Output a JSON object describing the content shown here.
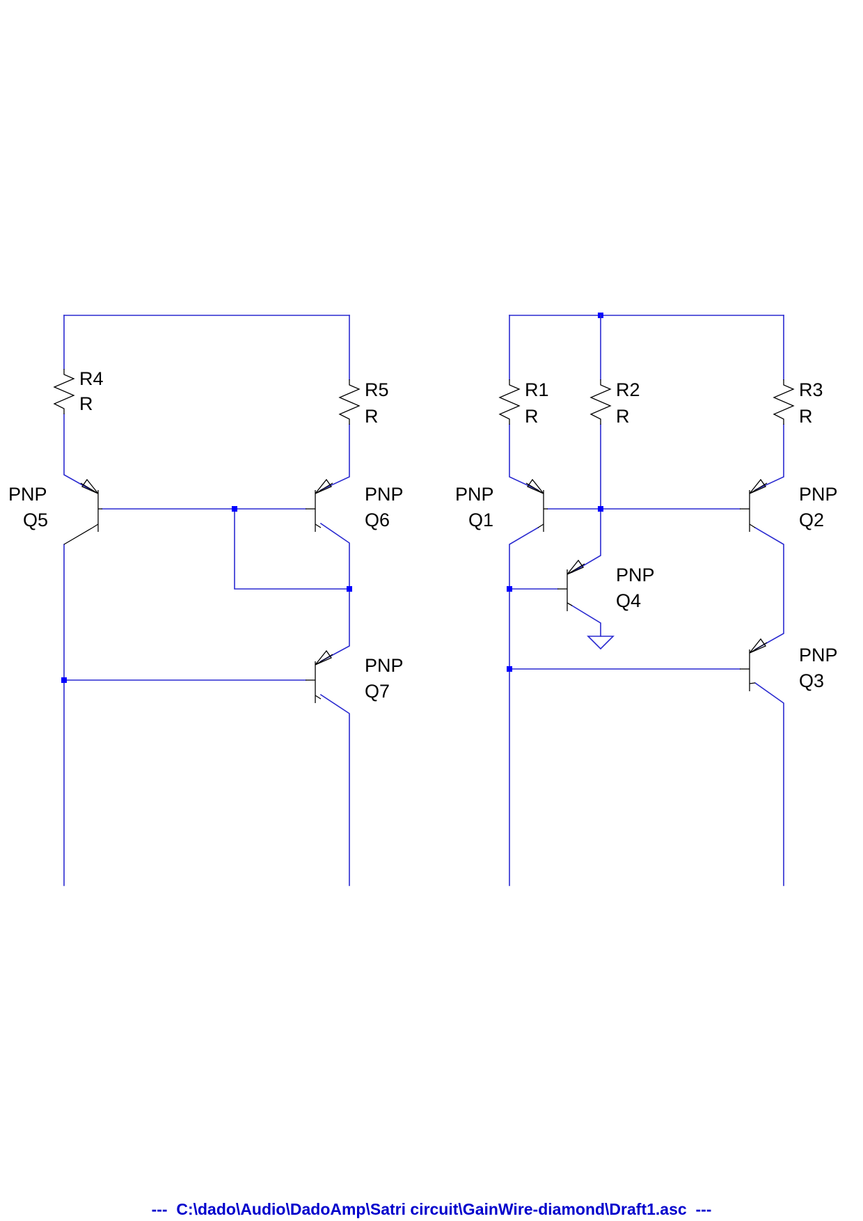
{
  "footer": {
    "path": "---  C:\\dado\\Audio\\DadoAmp\\Satri circuit\\GainWire-diamond\\Draft1.asc  ---"
  },
  "colors": {
    "wire": "#2a2ad0",
    "component": "#000000",
    "junction": "#0000ff",
    "footer": "#0000cc"
  },
  "resistors": [
    {
      "ref": "R4",
      "value": "R"
    },
    {
      "ref": "R5",
      "value": "R"
    },
    {
      "ref": "R1",
      "value": "R"
    },
    {
      "ref": "R2",
      "value": "R"
    },
    {
      "ref": "R3",
      "value": "R"
    }
  ],
  "transistors": [
    {
      "ref": "Q5",
      "type": "PNP"
    },
    {
      "ref": "Q6",
      "type": "PNP"
    },
    {
      "ref": "Q7",
      "type": "PNP"
    },
    {
      "ref": "Q1",
      "type": "PNP"
    },
    {
      "ref": "Q2",
      "type": "PNP"
    },
    {
      "ref": "Q4",
      "type": "PNP"
    },
    {
      "ref": "Q3",
      "type": "PNP"
    }
  ]
}
